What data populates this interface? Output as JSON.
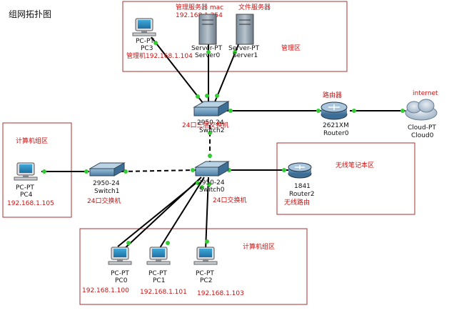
{
  "title": "组网拓扑图",
  "zones": {
    "management": "管理区",
    "computer_left": "计算机组区",
    "wireless": "无线笔记本区",
    "computer_bottom": "计算机组区"
  },
  "devices": {
    "pc3": {
      "model": "PC-PT",
      "name": "PC3",
      "note": "管理机192.168.1.104"
    },
    "server0": {
      "model": "Server-PT",
      "name": "Server0",
      "note": "管理服务器 mac",
      "ip": "192.168.1.254"
    },
    "server1": {
      "model": "Server-PT",
      "name": "Server1",
      "note": "文件服务器"
    },
    "switch2": {
      "model": "2950-24",
      "name": "Switch2",
      "note": "24口三层交换机"
    },
    "router0": {
      "model": "2621XM",
      "name": "Router0",
      "note": "路由器"
    },
    "cloud0": {
      "model": "Cloud-PT",
      "name": "Cloud0",
      "note": "internet"
    },
    "pc4": {
      "model": "PC-PT",
      "name": "PC4",
      "ip": "192.168.1.105"
    },
    "switch1": {
      "model": "2950-24",
      "name": "Switch1",
      "note": "24口交换机"
    },
    "switch0": {
      "model": "2950-24",
      "name": "Switch0",
      "note": "24口交换机"
    },
    "router2": {
      "model": "1841",
      "name": "Router2",
      "note": "无线路由"
    },
    "pc0": {
      "model": "PC-PT",
      "name": "PC0",
      "ip": "192.168.1.100"
    },
    "pc1": {
      "model": "PC-PT",
      "name": "PC1",
      "ip": "192.168.1.101"
    },
    "pc2": {
      "model": "PC-PT",
      "name": "PC2",
      "ip": "192.168.1.103"
    }
  },
  "colors": {
    "accent": "#cc1111",
    "link_dot": "#33cc33",
    "zone_border": "#a83232"
  }
}
